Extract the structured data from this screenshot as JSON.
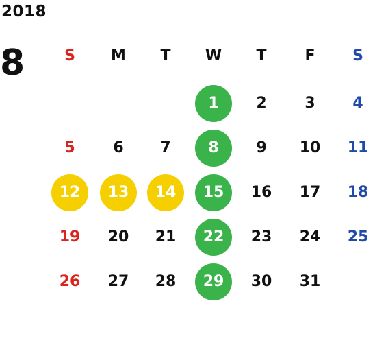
{
  "year": "2018",
  "month": "8",
  "colors": {
    "sunday": "#d9251d",
    "saturday": "#1f4aa8",
    "weekday": "#111111",
    "green_circle": "#3ab44a",
    "yellow_circle": "#f5cf00",
    "circle_text": "#ffffff"
  },
  "weekdays": [
    {
      "label": "S",
      "kind": "sun"
    },
    {
      "label": "M",
      "kind": "weekday"
    },
    {
      "label": "T",
      "kind": "weekday"
    },
    {
      "label": "W",
      "kind": "weekday"
    },
    {
      "label": "T",
      "kind": "weekday"
    },
    {
      "label": "F",
      "kind": "weekday"
    },
    {
      "label": "S",
      "kind": "sat"
    }
  ],
  "weeks": [
    [
      null,
      null,
      null,
      {
        "day": "1",
        "mark": "green"
      },
      {
        "day": "2"
      },
      {
        "day": "3"
      },
      {
        "day": "4"
      }
    ],
    [
      {
        "day": "5"
      },
      {
        "day": "6"
      },
      {
        "day": "7"
      },
      {
        "day": "8",
        "mark": "green"
      },
      {
        "day": "9"
      },
      {
        "day": "10"
      },
      {
        "day": "11"
      }
    ],
    [
      {
        "day": "12",
        "mark": "yellow"
      },
      {
        "day": "13",
        "mark": "yellow"
      },
      {
        "day": "14",
        "mark": "yellow"
      },
      {
        "day": "15",
        "mark": "green"
      },
      {
        "day": "16"
      },
      {
        "day": "17"
      },
      {
        "day": "18"
      }
    ],
    [
      {
        "day": "19"
      },
      {
        "day": "20"
      },
      {
        "day": "21"
      },
      {
        "day": "22",
        "mark": "green"
      },
      {
        "day": "23"
      },
      {
        "day": "24"
      },
      {
        "day": "25"
      }
    ],
    [
      {
        "day": "26"
      },
      {
        "day": "27"
      },
      {
        "day": "28"
      },
      {
        "day": "29",
        "mark": "green"
      },
      {
        "day": "30"
      },
      {
        "day": "31"
      },
      null
    ]
  ]
}
